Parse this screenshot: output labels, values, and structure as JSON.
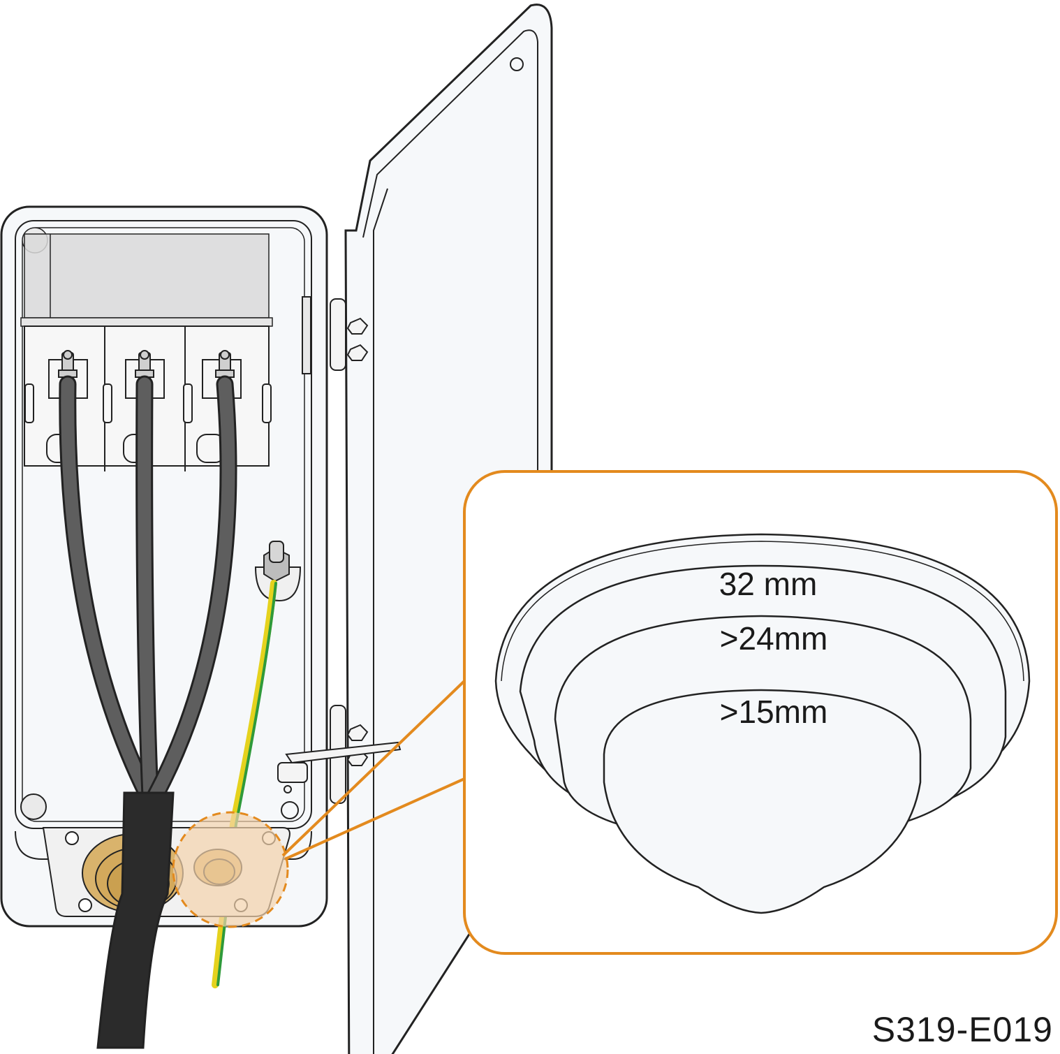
{
  "figure_code": "S319-E019",
  "detail_labels": {
    "outer": "32 mm",
    "middle": ">24mm",
    "inner": ">15mm"
  },
  "colors": {
    "callout": "#e38a1e",
    "callout_fill": "#f3d3ad",
    "gland": "#d9b36c",
    "cable_dark": "#2b2b2b",
    "cable_gray": "#5a5a5a",
    "ground_yellow": "#e5d21d",
    "ground_green": "#2f9a3a",
    "line": "#222222"
  }
}
